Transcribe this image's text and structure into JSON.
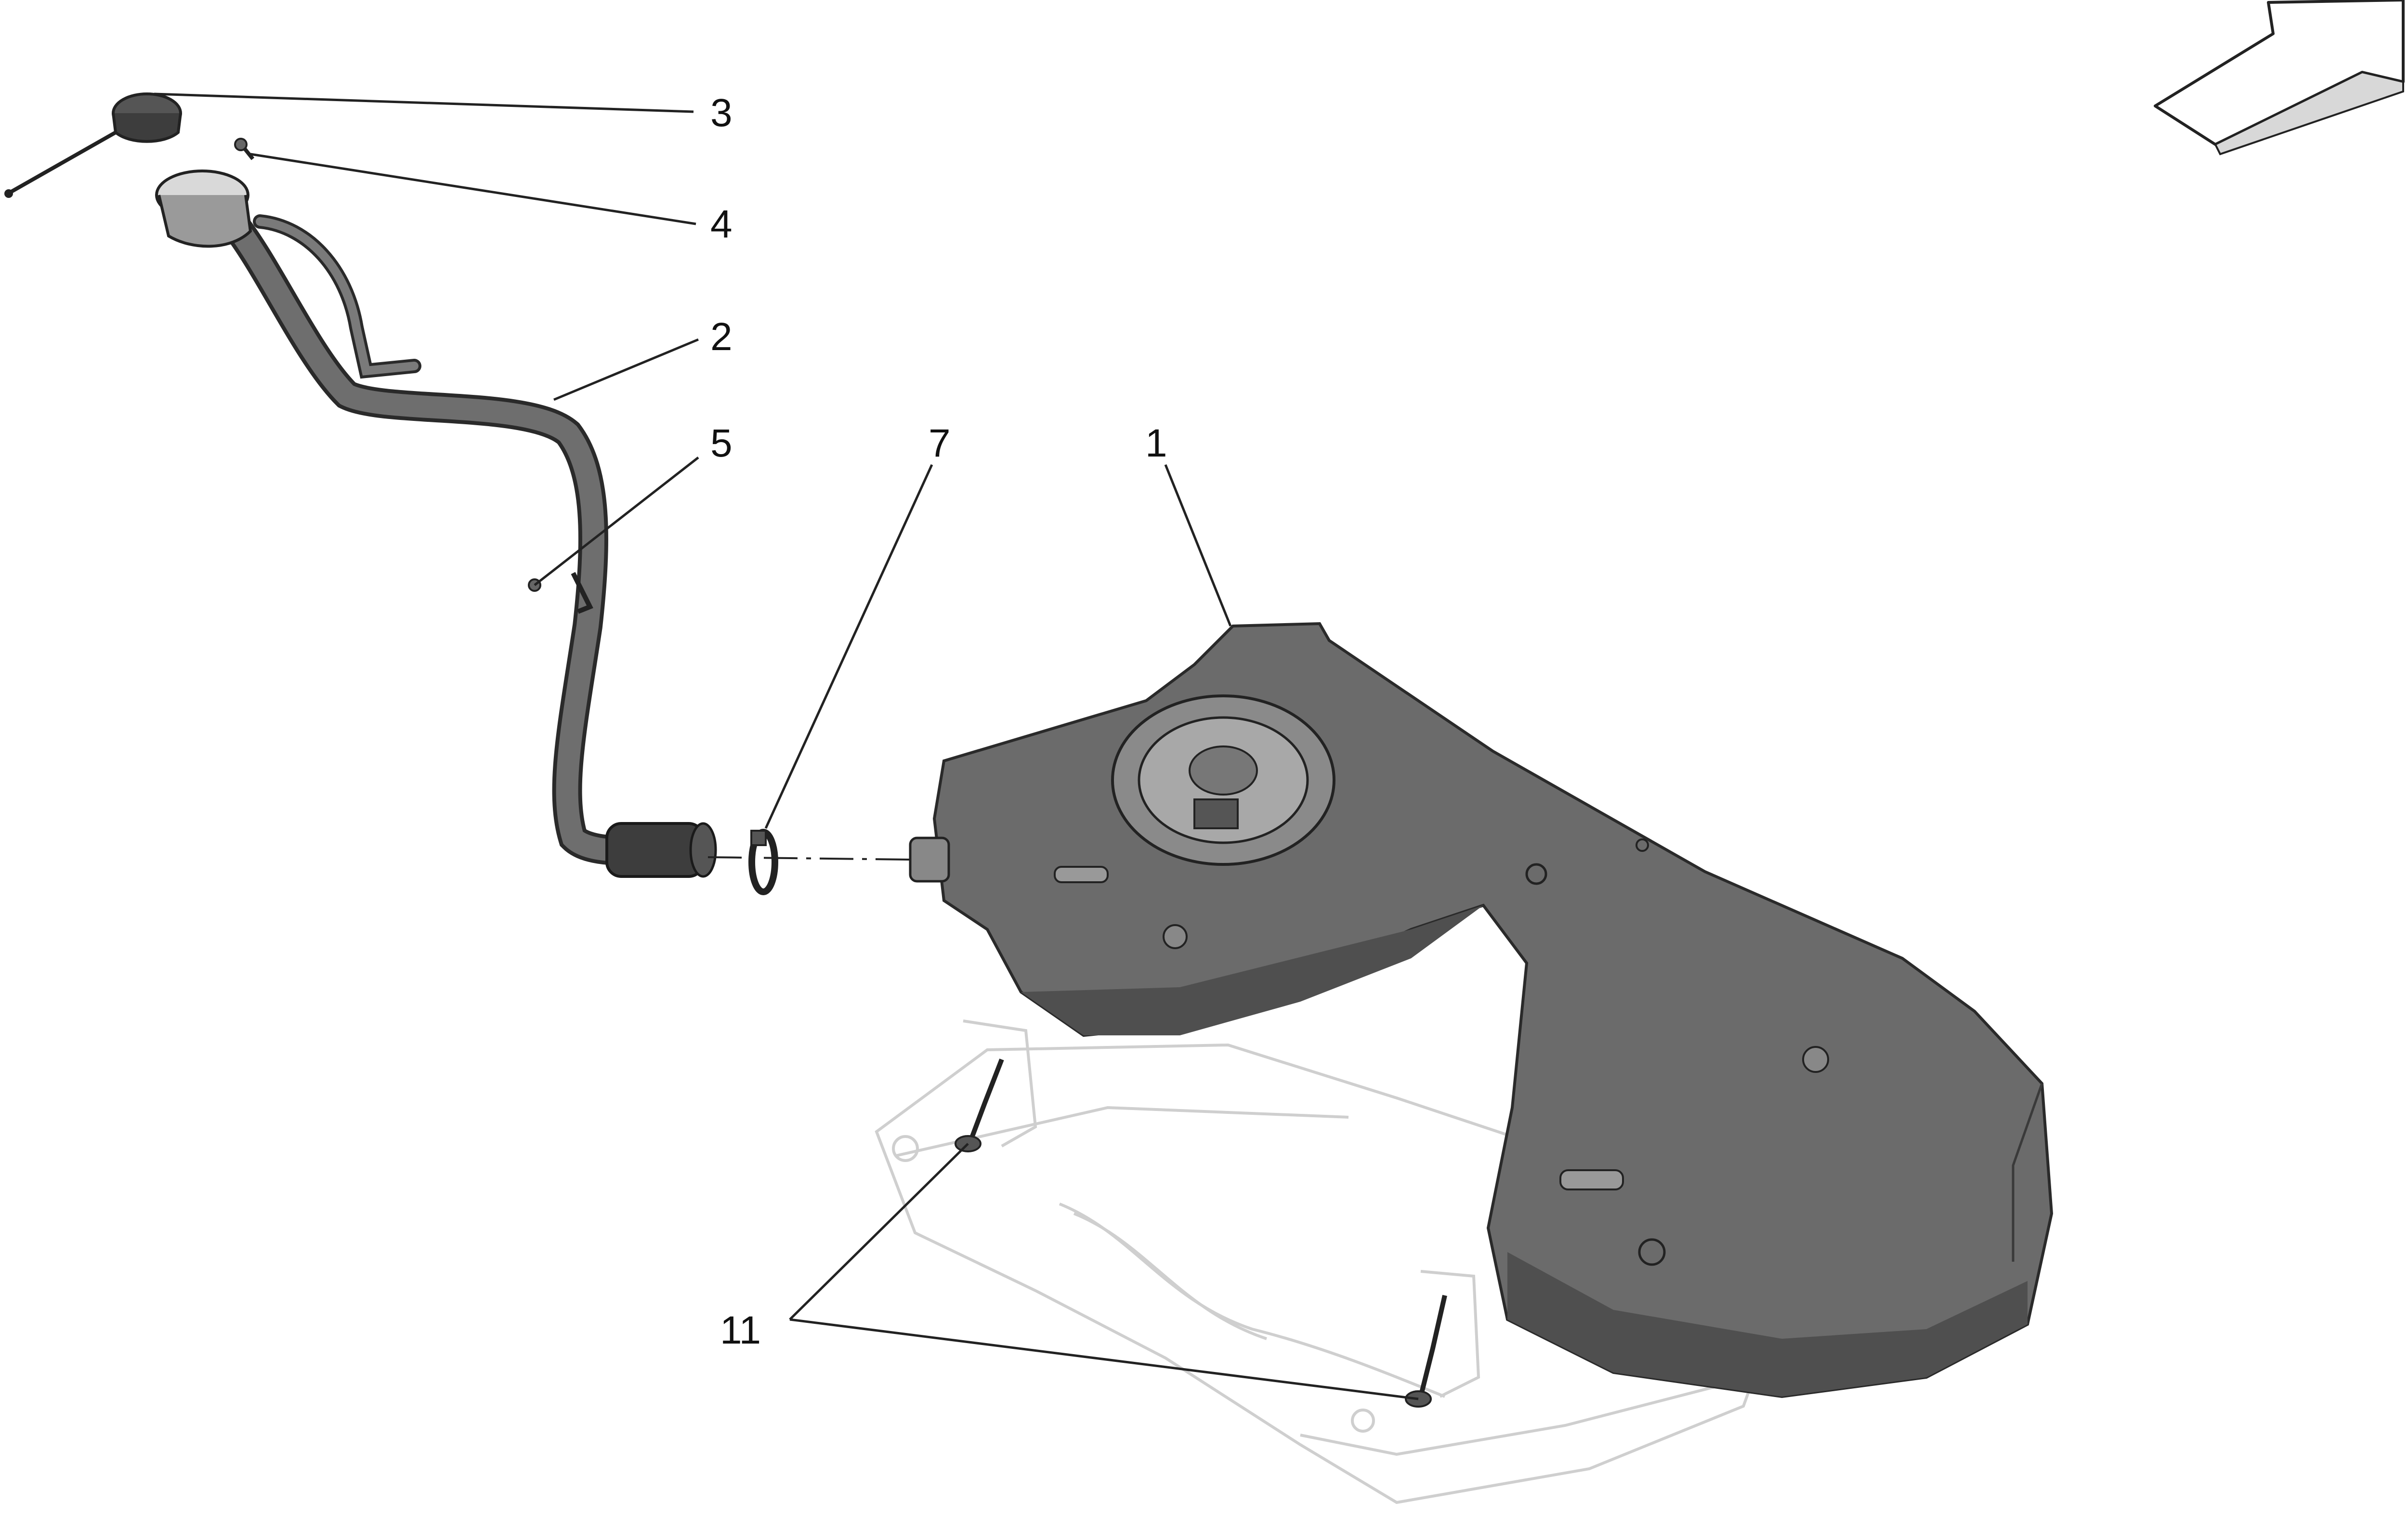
{
  "callouts": [
    {
      "id": "3",
      "label": "3"
    },
    {
      "id": "4",
      "label": "4"
    },
    {
      "id": "2",
      "label": "2"
    },
    {
      "id": "5",
      "label": "5"
    },
    {
      "id": "7",
      "label": "7"
    },
    {
      "id": "1",
      "label": "1"
    },
    {
      "id": "11",
      "label": "11"
    }
  ],
  "parts": {
    "1": "fuel-tank",
    "2": "filler-neck-pipe",
    "3": "fuel-cap",
    "4": "cap-screw",
    "5": "pipe-clip",
    "7": "hose-clamp",
    "11": "mounting-bolt"
  },
  "icons": {
    "direction": "direction-arrow-icon"
  },
  "colors": {
    "tank": "#6b6b6b",
    "tank_dark": "#4a4a4a",
    "pipe": "#5c5c5c",
    "ghost_frame": "#cfcfcf",
    "text": "#111111"
  }
}
